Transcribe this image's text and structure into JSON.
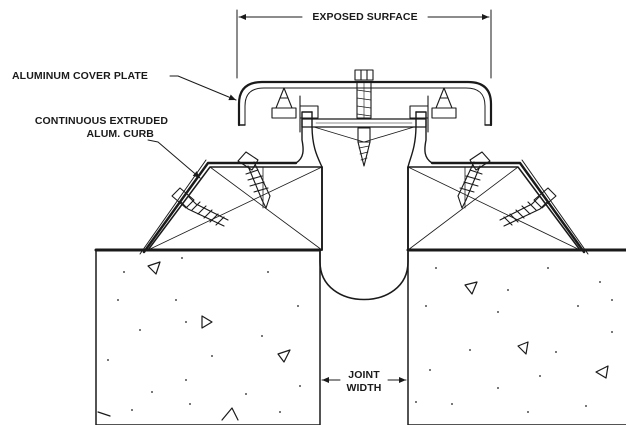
{
  "labels": {
    "exposed_surface": "EXPOSED SURFACE",
    "cover_plate": "ALUMINUM COVER PLATE",
    "curb_line1": "CONTINUOUS EXTRUDED",
    "curb_line2": "ALUM. CURB",
    "joint_line1": "JOINT",
    "joint_line2": "WIDTH"
  },
  "colors": {
    "ink": "#1a1a1a",
    "background": "#ffffff"
  }
}
